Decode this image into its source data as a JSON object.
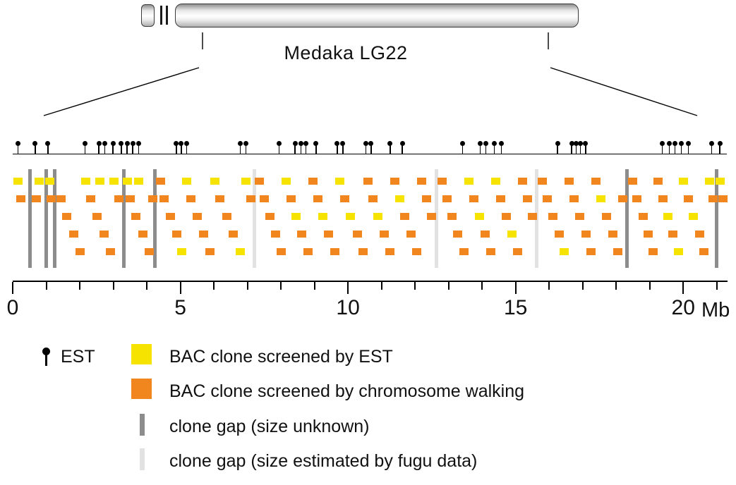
{
  "title": "Medaka LG22",
  "colors": {
    "bac_est": "#F7E300",
    "bac_walk": "#F0861D",
    "gap_unknown": "#8C8C8C",
    "gap_fugu": "#E2E2E2",
    "est_marker": "#000000"
  },
  "axis": {
    "min_mb": 0,
    "extent_mb": 21.3,
    "unit": "Mb",
    "minor_tick_interval_mb": 1,
    "major_ticks_mb": [
      0,
      5,
      10,
      15,
      20
    ]
  },
  "est_track": {
    "positions_mb": [
      0.15,
      0.67,
      1.05,
      2.15,
      2.57,
      2.74,
      2.99,
      3.24,
      3.41,
      3.58,
      3.75,
      4.88,
      5.03,
      5.18,
      6.78,
      6.95,
      7.94,
      8.42,
      8.59,
      8.74,
      9.05,
      9.68,
      9.85,
      10.53,
      10.69,
      11.26,
      11.62,
      13.41,
      13.94,
      14.11,
      14.36,
      14.57,
      16.25,
      16.67,
      16.8,
      16.93,
      17.09,
      19.37,
      19.58,
      19.75,
      19.94,
      20.15,
      20.84,
      21.09
    ]
  },
  "clone_track": {
    "rows": 5,
    "clone_fields": [
      "position_mb",
      "row",
      "screen_method"
    ],
    "clones": [
      [
        0.15,
        0,
        "est"
      ],
      [
        0.25,
        1,
        "walk"
      ],
      [
        0.7,
        1,
        "walk"
      ],
      [
        0.78,
        0,
        "est"
      ],
      [
        1.1,
        0,
        "est"
      ],
      [
        1.15,
        1,
        "walk"
      ],
      [
        1.45,
        1,
        "walk"
      ],
      [
        1.62,
        2,
        "walk"
      ],
      [
        1.82,
        3,
        "walk"
      ],
      [
        2.02,
        4,
        "walk"
      ],
      [
        2.18,
        0,
        "est"
      ],
      [
        2.33,
        1,
        "walk"
      ],
      [
        2.52,
        2,
        "walk"
      ],
      [
        2.6,
        0,
        "est"
      ],
      [
        2.72,
        3,
        "walk"
      ],
      [
        2.92,
        4,
        "walk"
      ],
      [
        3.02,
        0,
        "est"
      ],
      [
        3.17,
        1,
        "walk"
      ],
      [
        3.42,
        0,
        "est"
      ],
      [
        3.5,
        1,
        "walk"
      ],
      [
        3.68,
        2,
        "walk"
      ],
      [
        3.75,
        0,
        "est"
      ],
      [
        3.88,
        3,
        "walk"
      ],
      [
        4.08,
        4,
        "walk"
      ],
      [
        4.18,
        1,
        "walk"
      ],
      [
        4.4,
        0,
        "walk"
      ],
      [
        4.52,
        1,
        "walk"
      ],
      [
        4.7,
        2,
        "walk"
      ],
      [
        4.9,
        3,
        "walk"
      ],
      [
        5.05,
        4,
        "est"
      ],
      [
        5.18,
        0,
        "est"
      ],
      [
        5.32,
        1,
        "walk"
      ],
      [
        5.5,
        2,
        "walk"
      ],
      [
        5.7,
        3,
        "walk"
      ],
      [
        5.88,
        4,
        "walk"
      ],
      [
        6.02,
        0,
        "est"
      ],
      [
        6.18,
        1,
        "walk"
      ],
      [
        6.38,
        2,
        "walk"
      ],
      [
        6.58,
        3,
        "walk"
      ],
      [
        6.78,
        4,
        "est"
      ],
      [
        6.95,
        0,
        "est"
      ],
      [
        7.1,
        1,
        "walk"
      ],
      [
        7.35,
        0,
        "walk"
      ],
      [
        7.5,
        1,
        "walk"
      ],
      [
        7.68,
        2,
        "walk"
      ],
      [
        7.85,
        3,
        "walk"
      ],
      [
        8.0,
        4,
        "walk"
      ],
      [
        8.15,
        0,
        "est"
      ],
      [
        8.3,
        1,
        "walk"
      ],
      [
        8.45,
        2,
        "est"
      ],
      [
        8.62,
        3,
        "walk"
      ],
      [
        8.8,
        4,
        "walk"
      ],
      [
        8.95,
        0,
        "walk"
      ],
      [
        9.1,
        1,
        "walk"
      ],
      [
        9.25,
        2,
        "est"
      ],
      [
        9.42,
        3,
        "walk"
      ],
      [
        9.6,
        4,
        "walk"
      ],
      [
        9.75,
        0,
        "est"
      ],
      [
        9.9,
        1,
        "walk"
      ],
      [
        10.08,
        2,
        "est"
      ],
      [
        10.28,
        3,
        "walk"
      ],
      [
        10.45,
        4,
        "walk"
      ],
      [
        10.6,
        0,
        "walk"
      ],
      [
        10.75,
        1,
        "walk"
      ],
      [
        10.9,
        2,
        "est"
      ],
      [
        11.08,
        3,
        "walk"
      ],
      [
        11.25,
        4,
        "walk"
      ],
      [
        11.4,
        0,
        "walk"
      ],
      [
        11.55,
        1,
        "est"
      ],
      [
        11.7,
        2,
        "walk"
      ],
      [
        11.88,
        3,
        "walk"
      ],
      [
        12.05,
        4,
        "walk"
      ],
      [
        12.2,
        0,
        "walk"
      ],
      [
        12.35,
        1,
        "walk"
      ],
      [
        12.5,
        2,
        "walk"
      ],
      [
        12.8,
        0,
        "walk"
      ],
      [
        12.95,
        1,
        "walk"
      ],
      [
        13.1,
        2,
        "walk"
      ],
      [
        13.28,
        3,
        "walk"
      ],
      [
        13.45,
        4,
        "walk"
      ],
      [
        13.6,
        0,
        "est"
      ],
      [
        13.75,
        1,
        "walk"
      ],
      [
        13.92,
        2,
        "est"
      ],
      [
        14.1,
        3,
        "walk"
      ],
      [
        14.25,
        4,
        "walk"
      ],
      [
        14.4,
        0,
        "est"
      ],
      [
        14.55,
        1,
        "walk"
      ],
      [
        14.72,
        2,
        "walk"
      ],
      [
        14.9,
        3,
        "est"
      ],
      [
        15.05,
        4,
        "walk"
      ],
      [
        15.2,
        0,
        "walk"
      ],
      [
        15.35,
        1,
        "walk"
      ],
      [
        15.5,
        2,
        "walk"
      ],
      [
        15.8,
        0,
        "walk"
      ],
      [
        15.95,
        1,
        "walk"
      ],
      [
        16.12,
        2,
        "walk"
      ],
      [
        16.3,
        3,
        "walk"
      ],
      [
        16.45,
        4,
        "est"
      ],
      [
        16.6,
        0,
        "walk"
      ],
      [
        16.75,
        1,
        "walk"
      ],
      [
        16.92,
        2,
        "walk"
      ],
      [
        17.1,
        3,
        "walk"
      ],
      [
        17.25,
        4,
        "walk"
      ],
      [
        17.4,
        0,
        "walk"
      ],
      [
        17.55,
        1,
        "est"
      ],
      [
        17.72,
        2,
        "walk"
      ],
      [
        17.9,
        3,
        "walk"
      ],
      [
        18.05,
        4,
        "walk"
      ],
      [
        18.2,
        1,
        "walk"
      ],
      [
        18.48,
        0,
        "walk"
      ],
      [
        18.62,
        1,
        "walk"
      ],
      [
        18.8,
        2,
        "walk"
      ],
      [
        18.95,
        3,
        "walk"
      ],
      [
        19.1,
        4,
        "walk"
      ],
      [
        19.25,
        0,
        "walk"
      ],
      [
        19.4,
        1,
        "walk"
      ],
      [
        19.55,
        2,
        "est"
      ],
      [
        19.7,
        3,
        "walk"
      ],
      [
        19.85,
        4,
        "est"
      ],
      [
        20.0,
        0,
        "est"
      ],
      [
        20.15,
        1,
        "walk"
      ],
      [
        20.3,
        2,
        "est"
      ],
      [
        20.48,
        3,
        "walk"
      ],
      [
        20.62,
        4,
        "walk"
      ],
      [
        20.78,
        0,
        "est"
      ],
      [
        20.9,
        1,
        "walk"
      ],
      [
        21.1,
        0,
        "est"
      ],
      [
        21.18,
        1,
        "walk"
      ]
    ],
    "gap_fields": [
      "position_mb",
      "gap_type"
    ],
    "gaps": [
      [
        0.51,
        "unknown"
      ],
      [
        0.99,
        "unknown"
      ],
      [
        1.26,
        "unknown"
      ],
      [
        3.31,
        "unknown"
      ],
      [
        4.25,
        "unknown"
      ],
      [
        7.2,
        "fugu"
      ],
      [
        12.63,
        "fugu"
      ],
      [
        15.62,
        "fugu"
      ],
      [
        18.32,
        "unknown"
      ],
      [
        20.99,
        "unknown"
      ]
    ]
  },
  "legend": {
    "items": [
      {
        "symbol": "est-lollipop",
        "label": "EST"
      },
      {
        "symbol": "bac-est-square",
        "label": "BAC clone screened by EST"
      },
      {
        "symbol": "bac-walk-square",
        "label": "BAC clone screened by chromosome walking"
      },
      {
        "symbol": "gap-unknown-bar",
        "label": "clone gap (size unknown)"
      },
      {
        "symbol": "gap-fugu-bar",
        "label": "clone gap (size estimated by fugu data)"
      }
    ]
  }
}
